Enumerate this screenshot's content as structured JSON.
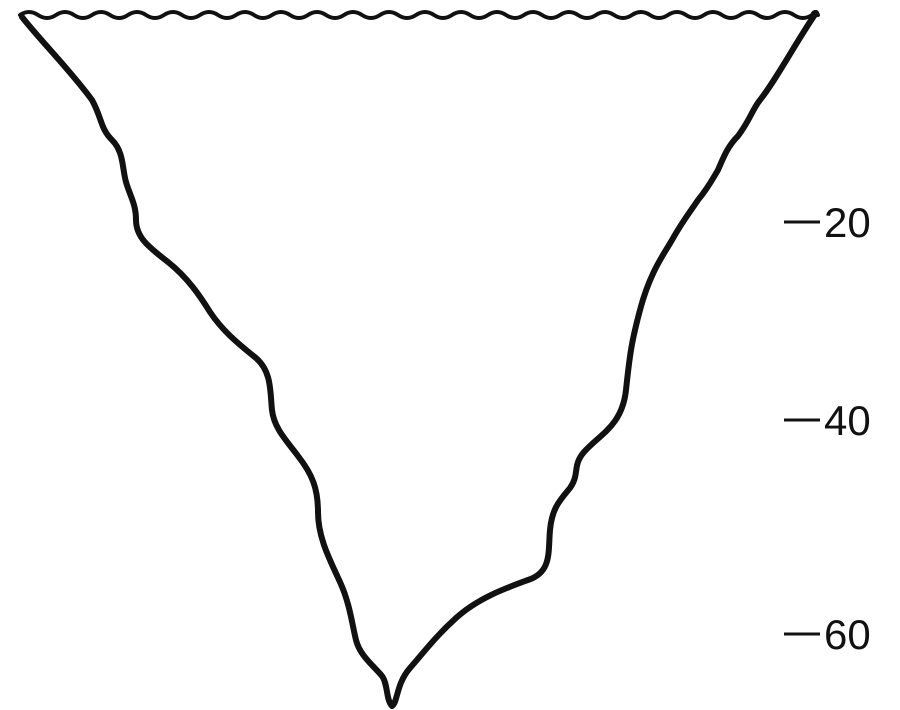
{
  "figure": {
    "depth_markers": [
      {
        "label": "20",
        "value": 20
      },
      {
        "label": "40",
        "value": 40
      },
      {
        "label": "60",
        "value": 60
      }
    ],
    "colors": {
      "ink": "#111111",
      "background": "#ffffff"
    }
  }
}
